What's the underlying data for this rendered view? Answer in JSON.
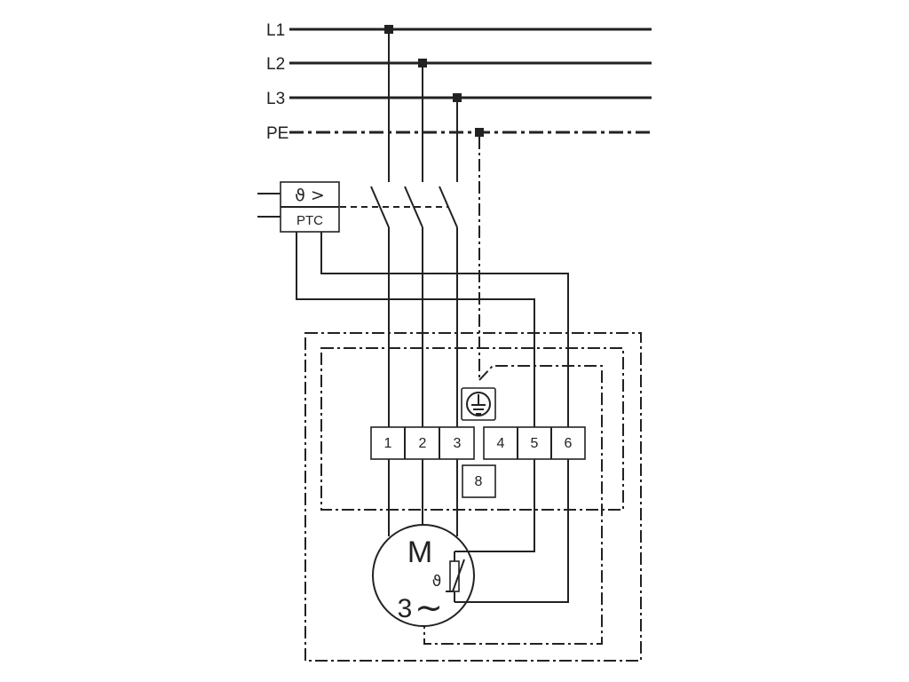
{
  "bus": {
    "l1": "L1",
    "l2": "L2",
    "l3": "L3",
    "pe": "PE"
  },
  "relay": {
    "symbol": "ϑ >",
    "label": "PTC"
  },
  "terminals": {
    "t1": "1",
    "t2": "2",
    "t3": "3",
    "t4": "4",
    "t5": "5",
    "t6": "6",
    "t8": "8"
  },
  "motor": {
    "letter": "M",
    "theta": "ϑ",
    "phase_count": "3",
    "tilde": "~"
  }
}
